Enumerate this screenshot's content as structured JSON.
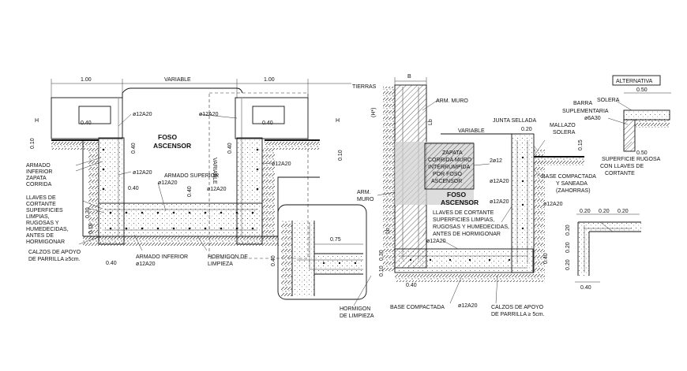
{
  "colors": {
    "ink": "#111111",
    "background": "#ffffff",
    "shade": "#cfcfcf"
  },
  "left": {
    "dim_top_left": "1.00",
    "dim_top_mid": "VARIABLE",
    "dim_top_right": "1.00",
    "h_left": "H",
    "h_right": "H",
    "dim_010_left": "0.10",
    "dim_010_right": "0.10",
    "bar_top_left": "ø12A20",
    "bar_top_right": "ø12A20",
    "dim_040_a": "0.40",
    "dim_040_b": "0.40",
    "title_1": "FOSO",
    "title_2": "ASCENSOR",
    "variable_vertical": "VARIABLE",
    "dim_040_vert_a": "0.40",
    "dim_040_vert_b": "0.40",
    "bar_left_mid": "ø12A20",
    "bar_right_mid": "ø12A20",
    "armado_1": "ARMADO",
    "armado_2": "INFERIOR",
    "armado_3": "ZAPATA",
    "armado_4": "CORRIDA",
    "bar_mid": "ø12A20",
    "dim_040_c": "0.40",
    "armado_superior": "ARMADO SUPERIOR",
    "bar_sup": "ø12A20",
    "llaves_1": "LLAVES DE",
    "llaves_2": "CORTANTE",
    "llaves_3": "SUPERFICIES",
    "llaves_4": "LIMPIAS,",
    "llaves_5": "RUGOSAS Y",
    "llaves_6": "HUMEDECIDAS,",
    "llaves_7": "ANTES DE",
    "llaves_8": "HORMIGONAR",
    "dim_030": "0.30",
    "dim_010_b": "0.10",
    "calzos_1": "CALZOS DE APOYO",
    "calzos_2": "DE PARRILLA ≥5cm.",
    "dim_040_bottom": "0.40",
    "armado_inf_1": "ARMADO INFERIOR",
    "armado_inf_2": "ø12A20",
    "hormigon_1": "HORMIGON DE",
    "hormigon_2": "LIMPIEZA",
    "dim_040_right_b": "0.40"
  },
  "detail": {
    "dim_075": "0.75",
    "dim_040": "0.40"
  },
  "right": {
    "dim_b": "B",
    "tierras": "TIERRAS",
    "arm_muro_top": "ARM. MURO",
    "h_star": "(H*)",
    "lb_1": "Lb",
    "junta": "JUNTA SELLADA",
    "variable": "VARIABLE",
    "dim_020": "0.20",
    "mallazo_1": "MALLAZO",
    "mallazo_2": "SOLERA",
    "dim_015": "0.15",
    "zapata_1": "ZAPATA",
    "zapata_2": "CORRIDA MURO",
    "zapata_3": "INTERRUMPIDA",
    "zapata_4": "POR FOSO",
    "zapata_5": "ASCENSOR",
    "bar_2012": "2ø12",
    "base_1": "BASE COMPACTADA",
    "base_2": "Y SANEADA",
    "base_3": "(ZAHORRAS)",
    "bar_a": "ø12A20",
    "arm_muro_mid_1": "ARM.",
    "arm_muro_mid_2": "MURO",
    "title_1": "FOSO",
    "title_2": "ASCENSOR",
    "bar_b": "ø12A20",
    "bar_c": "ø12A20",
    "llaves_1": "LLAVES DE CORTANTE",
    "llaves_2": "SUPERFICIES LIMPIAS,",
    "llaves_3": "RUGOSAS Y HUMEDECIDAS,",
    "llaves_4": "ANTES DE HORMIGONAR",
    "bar_d": "ø12A20",
    "lb_2": "Lb",
    "dim_030": "0.30",
    "dim_010": "0.10",
    "dim_040": "0.40",
    "dim_040_bottom": "0.40",
    "hormigon_1": "HORMIGON",
    "hormigon_2": "DE LIMPIEZA",
    "base_compactada": "BASE COMPACTADA",
    "bar_e": "ø12A20",
    "calzos_1": "CALZOS DE APOYO",
    "calzos_2": "DE PARRILLA ≥ 5cm."
  },
  "alt": {
    "title": "ALTERNATIVA",
    "dim_050_top": "0.50",
    "solera": "SOLERA",
    "barra_1": "BARRA",
    "barra_2": "SUPLEMENTARIA",
    "barra_3": "ø6A30",
    "superficie_1": "SUPERFICIE RUGOSA",
    "superficie_2": "CON LLAVES DE",
    "superficie_3": "CORTANTE",
    "dim_050_bottom": "0.50",
    "dim_020_a": "0.20",
    "dim_020_b": "0.20",
    "dim_020_c": "0.20",
    "dim_020_v1": "0.20",
    "dim_020_v2": "0.20",
    "dim_020_v3": "0.20",
    "dim_040": "0.40"
  }
}
